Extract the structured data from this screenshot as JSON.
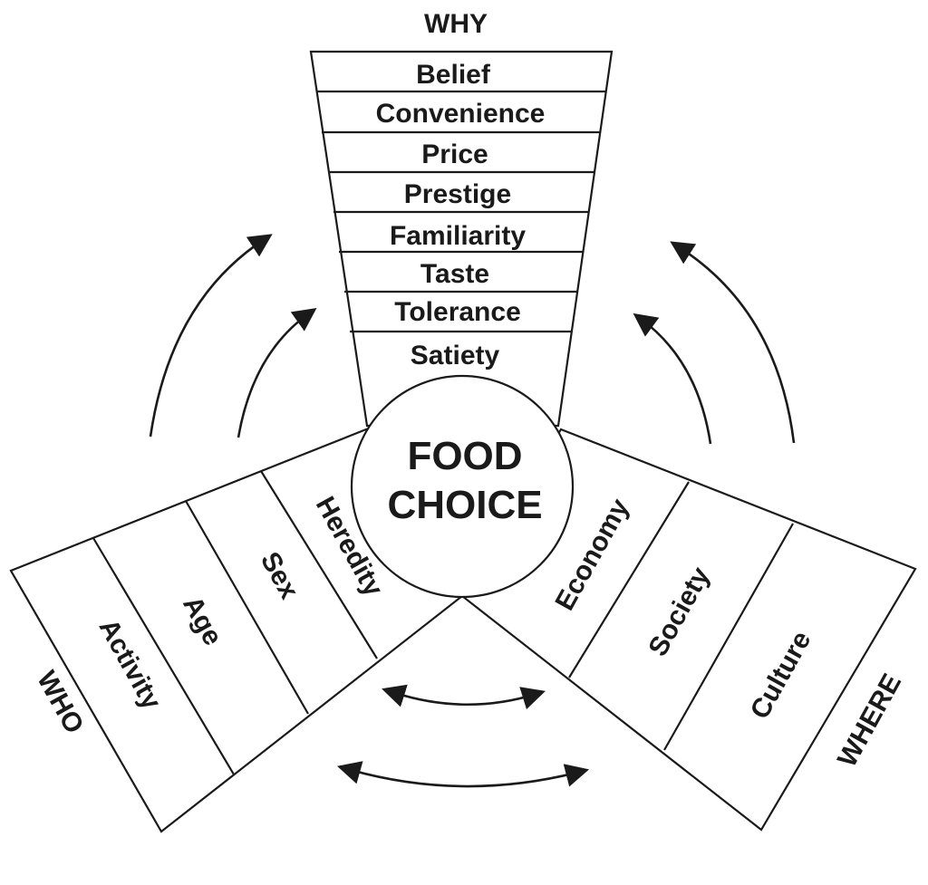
{
  "diagram": {
    "why": {
      "title": "WHY",
      "items": [
        "Belief",
        "Convenience",
        "Price",
        "Prestige",
        "Familiarity",
        "Taste",
        "Tolerance",
        "Satiety"
      ]
    },
    "center": {
      "line1": "FOOD",
      "line2": "CHOICE"
    },
    "who": {
      "title": "WHO",
      "items": [
        "Activity",
        "Age",
        "Sex",
        "Heredity"
      ]
    },
    "where": {
      "title": "WHERE",
      "items": [
        "Economy",
        "Society",
        "Culture"
      ]
    }
  }
}
